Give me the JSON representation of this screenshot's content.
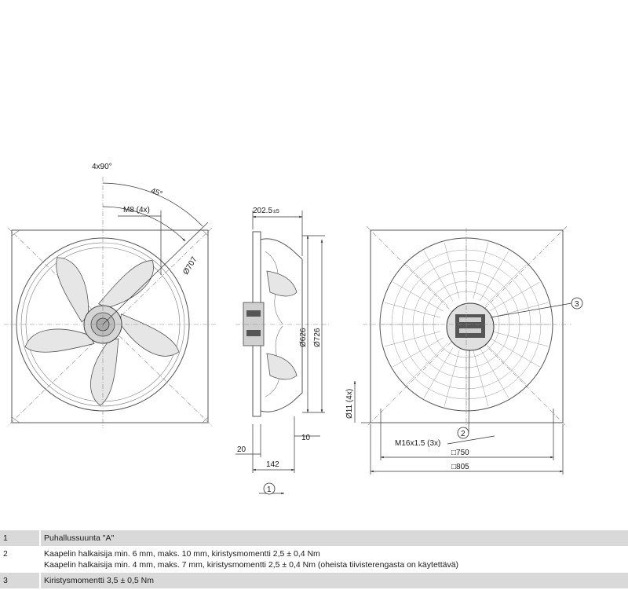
{
  "dimensions": {
    "angle_pattern": "4x90°",
    "angle": "45°",
    "thread_front": "M8 (4x)",
    "bolt_circle": "Ø707",
    "depth": "202.5",
    "depth_tol": "±5",
    "inner_dia": "Ø626",
    "outer_dia": "Ø726",
    "flange": "10",
    "offset": "20",
    "hub_depth": "142",
    "holes": "Ø11 (4x)",
    "thread_back": "M16x1.5 (3x)",
    "square_inner": "□750",
    "square_outer": "□805"
  },
  "callouts": [
    "1",
    "2",
    "3"
  ],
  "legend": [
    {
      "num": "1",
      "lines": [
        "Puhallussuunta \"A\""
      ]
    },
    {
      "num": "2",
      "lines": [
        "Kaapelin halkaisija min. 6 mm, maks. 10 mm, kiristysmomentti 2,5 ± 0,4 Nm",
        "Kaapelin halkaisija min. 4 mm, maks. 7 mm, kiristysmomentti 2,5 ± 0,4 Nm (oheista tiivisterengasta on käytettävä)"
      ]
    },
    {
      "num": "3",
      "lines": [
        "Kiristysmomentti 3,5 ± 0,5 Nm"
      ]
    }
  ]
}
